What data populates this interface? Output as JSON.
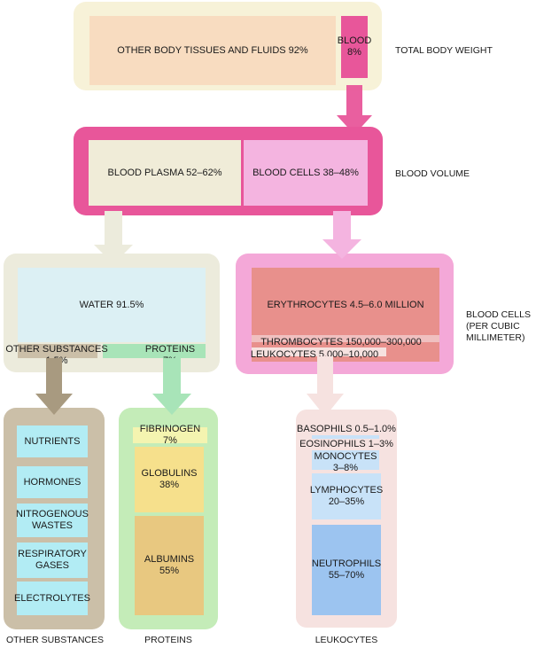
{
  "total_body_weight": {
    "other_tissues": "OTHER BODY TISSUES AND FLUIDS 92%",
    "blood_line1": "BLOOD",
    "blood_line2": "8%",
    "side_label": "TOTAL BODY WEIGHT"
  },
  "blood_volume": {
    "plasma": "BLOOD PLASMA 52–62%",
    "cells": "BLOOD CELLS 38–48%",
    "side_label": "BLOOD VOLUME"
  },
  "plasma": {
    "water": "WATER 91.5%",
    "other_line1": "OTHER SUBSTANCES",
    "other_line2": "1.5%",
    "proteins_line1": "PROTEINS",
    "proteins_line2": "7%"
  },
  "blood_cells": {
    "erythrocytes": "ERYTHROCYTES 4.5–6.0 MILLION",
    "thrombocytes": "THROMBOCYTES 150,000–300,000",
    "leukocytes": "LEUKOCYTES 5,000–10,000",
    "side_label_1": "BLOOD CELLS",
    "side_label_2": "(PER CUBIC",
    "side_label_3": "MILLIMETER)"
  },
  "other_substances": {
    "items": [
      {
        "l1": "NUTRIENTS",
        "l2": ""
      },
      {
        "l1": "HORMONES",
        "l2": ""
      },
      {
        "l1": "NITROGENOUS",
        "l2": "WASTES"
      },
      {
        "l1": "RESPIRATORY",
        "l2": "GASES"
      },
      {
        "l1": "ELECTROLYTES",
        "l2": ""
      }
    ],
    "caption": "OTHER SUBSTANCES"
  },
  "proteins": {
    "fibrinogen": "FIBRINOGEN 7%",
    "globulins_line1": "GLOBULINS",
    "globulins_line2": "38%",
    "albumins_line1": "ALBUMINS",
    "albumins_line2": "55%",
    "caption": "PROTEINS"
  },
  "leukocytes": {
    "basophils": "BASOPHILS 0.5–1.0%",
    "eosinophils": "EOSINOPHILS 1–3%",
    "monocytes": "MONOCYTES 3–8%",
    "lymphocytes_line1": "LYMPHOCYTES",
    "lymphocytes_line2": "20–35%",
    "neutrophils_line1": "NEUTROPHILS",
    "neutrophils_line2": "55–70%",
    "caption": "LEUKOCYTES"
  },
  "colors": {
    "cream_panel": "#f7f2d8",
    "peach": "#f8dcc0",
    "magenta": "#e8569a",
    "pink_panel": "#f4a8d8",
    "water": "#dcf0f4",
    "protein_green": "#a8e4b8",
    "taupe": "#cbbfa8",
    "cyan": "#b2ecf4",
    "green_panel": "#c4ecb8",
    "fibrinogen": "#f4f4b0",
    "globulins": "#f6e08c",
    "albumins": "#e8c880",
    "erythro": "#e8908c",
    "leuko_panel": "#f6e2e0",
    "light_blue": "#c8e2f8",
    "blue": "#9cc4f0"
  }
}
